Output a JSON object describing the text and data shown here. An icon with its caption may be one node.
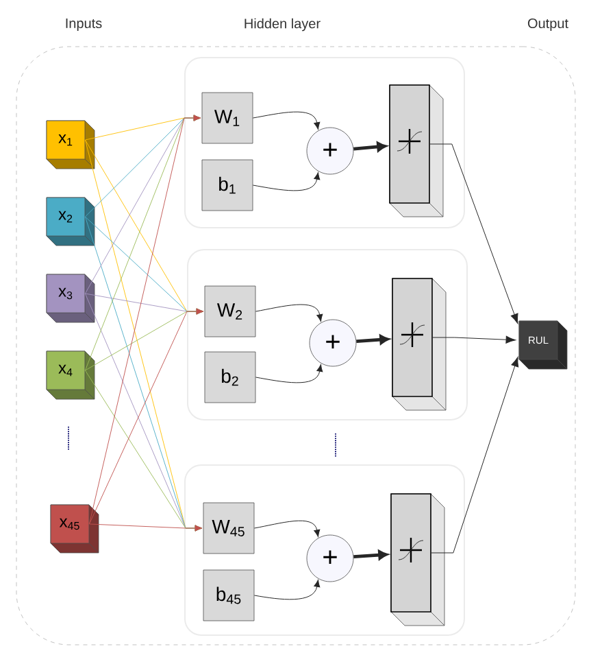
{
  "diagram": {
    "nodes": [
      {
        "text": [],
        "shape": "box"
      },
      {
        "text": [
          "x$_{1}$"
        ],
        "in": 0
      },
      {
        "text": [
          "x$_{2}$"
        ],
        "in": 0
      },
      {
        "text": [
          "x$_{3}$"
        ],
        "in": 0
      },
      {
        "text": [
          "x$_{4}$"
        ],
        "in": 0
      },
      {
        "text": [
          "x$_{45}$"
        ],
        "in": 0
      },
      {
        "text": [],
        "shape": "box",
        "in": 0
      },
      {
        "text": [
          "W$_{1}$"
        ],
        "in": 6
      },
      {
        "text": [
          "b$_{1}$"
        ],
        "in": 6
      },
      {
        "text": [
          "+"
        ],
        "in": 6
      },
      {
        "text": [],
        "shape": "box",
        "in": 6
      },
      {
        "text": [],
        "shape": "box",
        "in": 0
      },
      {
        "text": [
          "W$_{2}$"
        ],
        "in": 11
      },
      {
        "text": [
          "b$_{2}$"
        ],
        "in": 11
      },
      {
        "text": [
          "+"
        ],
        "in": 11
      },
      {
        "text": [],
        "shape": "box",
        "in": 11
      },
      {
        "text": [],
        "shape": "box",
        "in": 0
      },
      {
        "text": [
          "W$_{45}$"
        ],
        "in": 16
      },
      {
        "text": [
          "b$_{45}$"
        ],
        "in": 16
      },
      {
        "text": [
          "+"
        ],
        "in": 16
      },
      {
        "text": [],
        "shape": "box",
        "in": 16
      },
      {
        "text": [
          "RUL"
        ],
        "in": 0
      }
    ],
    "edges": [
      {
        "from": 1,
        "to": 7,
        "arrow": "to",
        "color": "#ffc000"
      },
      {
        "from": 1,
        "to": 12,
        "arrow": "to",
        "color": "#ffc000"
      },
      {
        "from": 1,
        "to": 17,
        "arrow": "to",
        "color": "#ffc000"
      },
      {
        "from": 2,
        "to": 7,
        "arrow": "to",
        "color": "#4bacc6"
      },
      {
        "from": 2,
        "to": 12,
        "arrow": "to",
        "color": "#4bacc6"
      },
      {
        "from": 2,
        "to": 17,
        "arrow": "to",
        "color": "#4bacc6"
      },
      {
        "from": 3,
        "to": 7,
        "arrow": "to",
        "color": "#a393c0"
      },
      {
        "from": 3,
        "to": 12,
        "arrow": "to",
        "color": "#a393c0"
      },
      {
        "from": 3,
        "to": 17,
        "arrow": "to",
        "color": "#a393c0"
      },
      {
        "from": 4,
        "to": 7,
        "arrow": "to",
        "color": "#9bbb59"
      },
      {
        "from": 4,
        "to": 12,
        "arrow": "to",
        "color": "#9bbb59"
      },
      {
        "from": 4,
        "to": 17,
        "arrow": "to",
        "color": "#9bbb59"
      },
      {
        "from": 5,
        "to": 7,
        "arrow": "to",
        "color": "#c0504d"
      },
      {
        "from": 5,
        "to": 12,
        "arrow": "to",
        "color": "#c0504d"
      },
      {
        "from": 5,
        "to": 17,
        "arrow": "to",
        "color": "#c0504d"
      },
      {
        "from": 7,
        "to": 9,
        "arrow": "to"
      },
      {
        "from": 8,
        "to": 9,
        "arrow": "to"
      },
      {
        "from": 9,
        "to": 10,
        "arrow": "to",
        "style": "thick"
      },
      {
        "from": 10,
        "to": 21,
        "arrow": "to"
      },
      {
        "from": 12,
        "to": 14,
        "arrow": "to"
      },
      {
        "from": 13,
        "to": 14,
        "arrow": "to"
      },
      {
        "from": 14,
        "to": 15,
        "arrow": "to",
        "style": "thick"
      },
      {
        "from": 15,
        "to": 21,
        "arrow": "to"
      },
      {
        "from": 17,
        "to": 19,
        "arrow": "to"
      },
      {
        "from": 18,
        "to": 19,
        "arrow": "to"
      },
      {
        "from": 19,
        "to": 20,
        "arrow": "to",
        "style": "thick"
      },
      {
        "from": 20,
        "to": 21,
        "arrow": "to"
      }
    ],
    "labels": [
      "Inputs",
      "Hidden layer",
      "Output"
    ]
  }
}
